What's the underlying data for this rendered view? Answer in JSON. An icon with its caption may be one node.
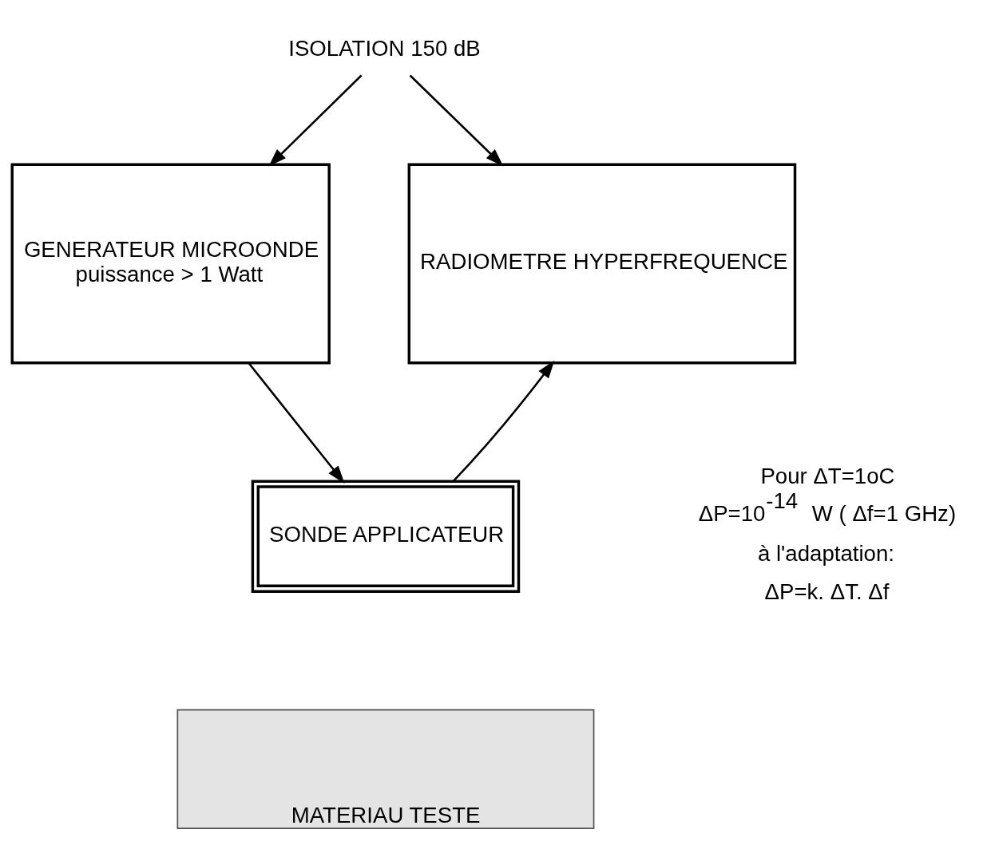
{
  "diagram": {
    "nodes": [
      {
        "text": [
          "ISOLATION 150 dB"
        ]
      },
      {
        "text": [
          "GENERATEUR MICROONDE",
          "puissance > 1 Watt"
        ]
      },
      {
        "text": [
          "RADIOMETRE HYPERFREQUENCE"
        ]
      },
      {
        "text": [
          "SONDE APPLICATEUR"
        ]
      },
      {
        "text": [
          "MATERIAU TESTE"
        ]
      }
    ],
    "edges": [
      {
        "from": 0,
        "to": 1,
        "arrow": "to"
      },
      {
        "from": 0,
        "to": 2,
        "arrow": "to"
      },
      {
        "from": 1,
        "to": 3,
        "arrow": "to"
      },
      {
        "from": 3,
        "to": 2,
        "arrow": "to"
      }
    ],
    "labels": [
      "Pour ΔT=1oC",
      "ΔP=10$^{-14}$ W ( Δf=1 GHz)",
      "à l'adaptation:",
      "ΔP=k. ΔT. Δf"
    ]
  }
}
